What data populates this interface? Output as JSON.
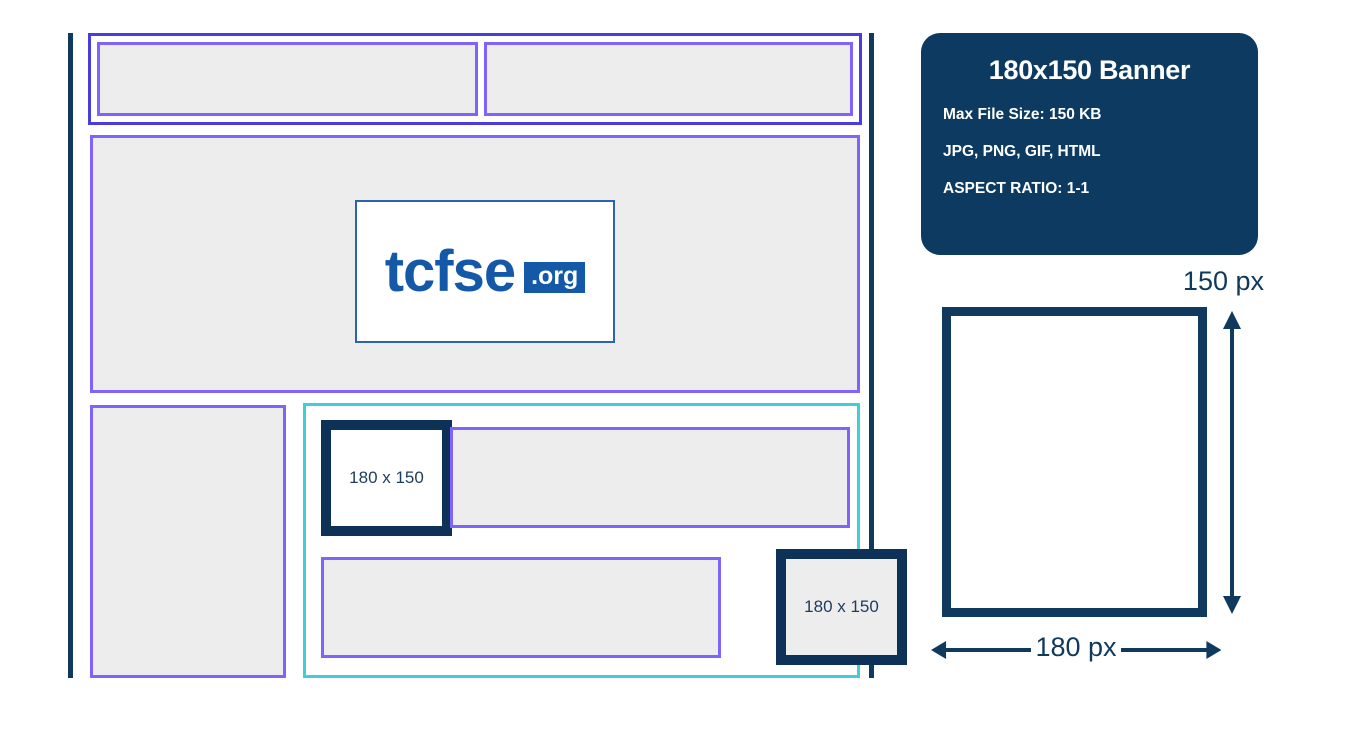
{
  "wireframe": {
    "name": "website-layout-wireframe",
    "top_strip": {
      "cells": [
        {
          "name": "nav-cell-left",
          "label": ""
        },
        {
          "name": "nav-cell-right",
          "label": ""
        }
      ]
    },
    "hero": {
      "logo": {
        "word": "tcfse",
        "tld": ".org",
        "word_color": "#1459a8",
        "badge_bg": "#1459a8",
        "badge_text_color": "#ffffff"
      }
    },
    "sidebar_box": {
      "label": ""
    },
    "content_panel": {
      "border_color": "#3fd0d4",
      "rows": [
        {
          "banner_placeholder": "180 x 150",
          "banner_fill": "#ffffff",
          "content_strip": ""
        },
        {
          "banner_placeholder": "180 x 150",
          "banner_fill": "#ededed",
          "content_strip": ""
        }
      ]
    },
    "colors": {
      "purple_border": "#7f63fb",
      "nav_border": "#4a3de0",
      "grey_fill": "#ededed",
      "navy_rail": "#10395e",
      "banner_border": "#0e3157"
    }
  },
  "info_card": {
    "title": "180x150 Banner",
    "lines": [
      "Max File Size: 150 KB",
      "JPG, PNG, GIF, HTML",
      "ASPECT RATIO: 1-1"
    ],
    "bg_color": "#0d3a60",
    "text_color": "#ffffff"
  },
  "dimension_diagram": {
    "height_label": "150 px",
    "width_label": "180 px",
    "rect_fill": "#ffffff",
    "rect_border": "#10395e",
    "arrow_color": "#10395e"
  }
}
